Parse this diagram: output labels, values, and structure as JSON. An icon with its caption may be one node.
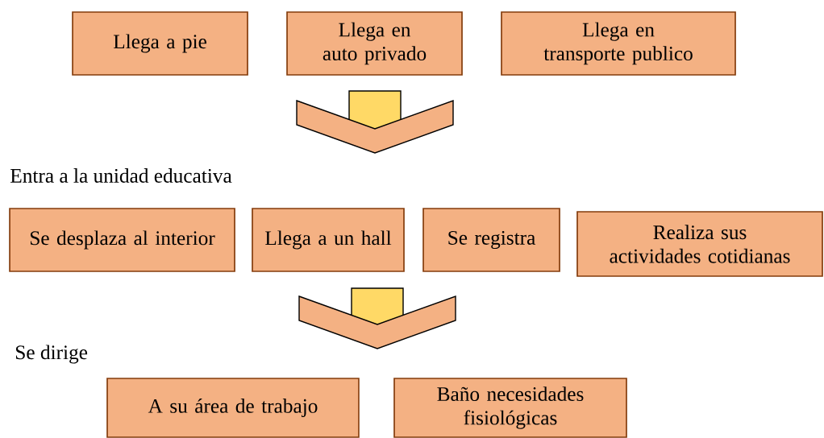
{
  "diagram": {
    "nodes": [
      {
        "text": [
          "Llega a pie"
        ]
      },
      {
        "text": [
          "Llega en auto privado"
        ]
      },
      {
        "text": [
          "Llega en transporte publico"
        ]
      },
      {
        "text": [
          "Se desplaza al interior"
        ]
      },
      {
        "text": [
          "Llega a un hall"
        ]
      },
      {
        "text": [
          "Se registra"
        ]
      },
      {
        "text": [
          "Realiza sus actividades cotidianas"
        ]
      },
      {
        "text": [
          "A su área de trabajo"
        ]
      },
      {
        "text": [
          "Baño necesidades fisiológicas"
        ]
      }
    ],
    "labels": [
      "Entra a la unidad educativa",
      "Se dirige"
    ]
  }
}
